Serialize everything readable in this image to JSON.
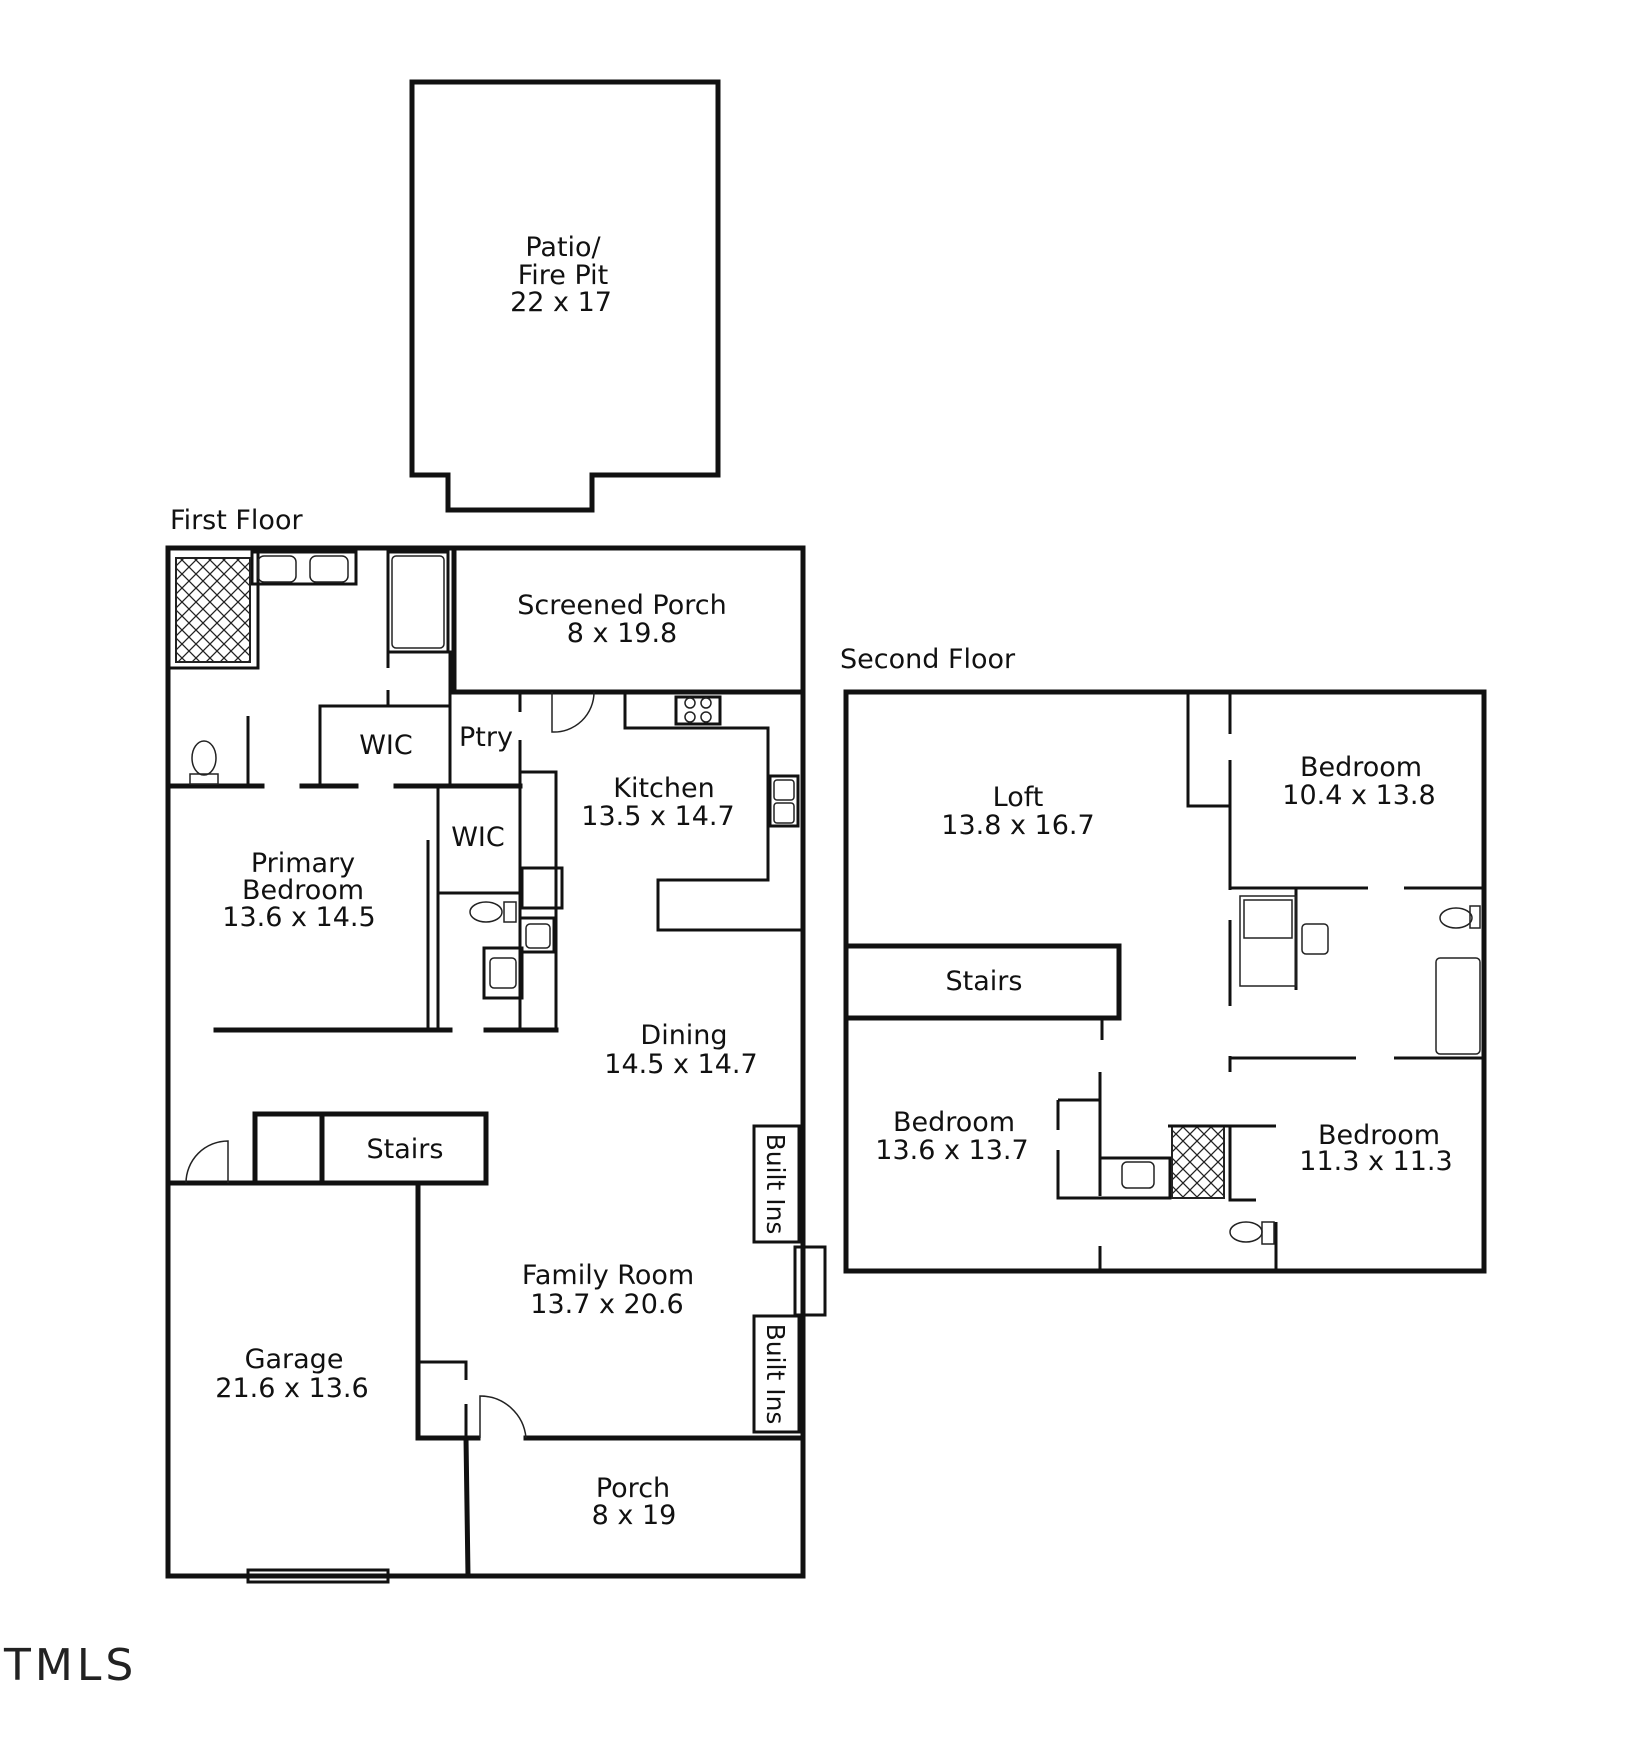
{
  "patio": {
    "line1": "Patio/",
    "line2": "Fire Pit",
    "size": "22 x 17"
  },
  "first_floor": {
    "title": "First Floor",
    "screened_porch": {
      "name": "Screened Porch",
      "size": "8 x 19.8"
    },
    "wic_upper": "WIC",
    "ptry": "Ptry",
    "wic_lower": "WIC",
    "kitchen": {
      "name": "Kitchen",
      "size": "13.5 x 14.7"
    },
    "primary_bedroom": {
      "line1": "Primary",
      "line2": "Bedroom",
      "size": "13.6 x 14.5"
    },
    "dining": {
      "name": "Dining",
      "size": "14.5 x 14.7"
    },
    "stairs": "Stairs",
    "built_ins_upper": "Built Ins",
    "built_ins_lower": "Built Ins",
    "family_room": {
      "name": "Family Room",
      "size": "13.7 x 20.6"
    },
    "garage": {
      "name": "Garage",
      "size": "21.6 x 13.6"
    },
    "porch": {
      "name": "Porch",
      "size": "8 x 19"
    }
  },
  "second_floor": {
    "title": "Second Floor",
    "loft": {
      "name": "Loft",
      "size": "13.8 x 16.7"
    },
    "bedroom_ne": {
      "name": "Bedroom",
      "size": "10.4 x 13.8"
    },
    "stairs": "Stairs",
    "bedroom_sw": {
      "name": "Bedroom",
      "size": "13.6 x 13.7"
    },
    "bedroom_se": {
      "name": "Bedroom",
      "size": "11.3 x 11.3"
    }
  },
  "watermark": "TMLS",
  "colors": {
    "ink": "#111111",
    "background": "#ffffff"
  }
}
